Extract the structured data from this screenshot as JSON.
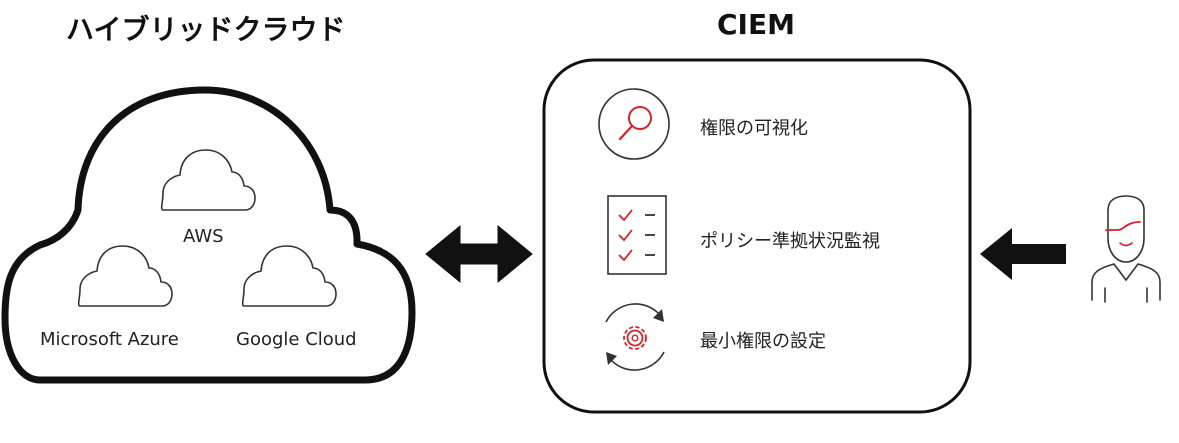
{
  "hybrid_cloud": {
    "title": "ハイブリッドクラウド",
    "providers": [
      "AWS",
      "Microsoft Azure",
      "Google Cloud"
    ]
  },
  "ciem": {
    "title": "CIEM",
    "features": [
      {
        "label": "権限の可視化",
        "icon": "magnifier-icon"
      },
      {
        "label": "ポリシー準拠状況監視",
        "icon": "checklist-icon"
      },
      {
        "label": "最小権限の設定",
        "icon": "gear-cycle-icon"
      }
    ]
  },
  "colors": {
    "accent": "#d8222a",
    "stroke": "#111111",
    "icon_gray": "#333333"
  }
}
